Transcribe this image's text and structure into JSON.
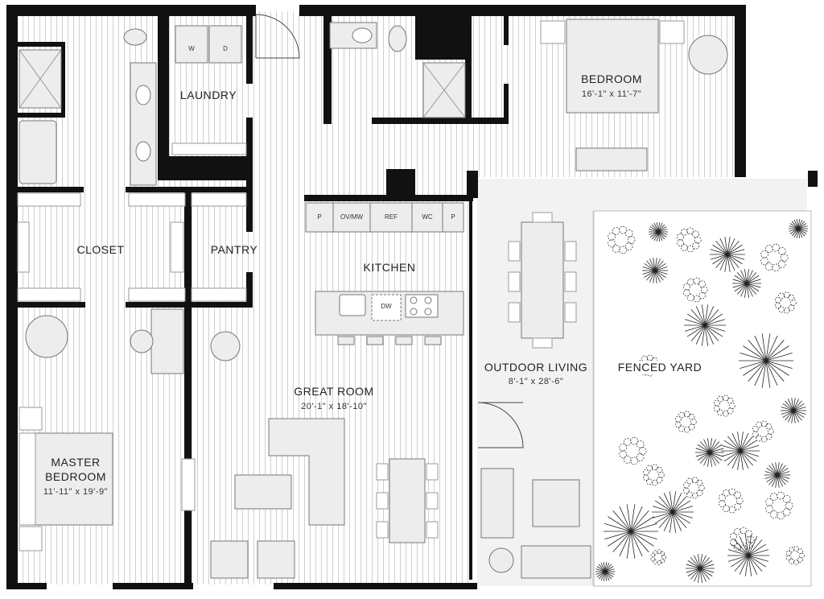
{
  "rooms": {
    "laundry": {
      "name": "LAUNDRY"
    },
    "closet": {
      "name": "CLOSET"
    },
    "pantry": {
      "name": "PANTRY"
    },
    "kitchen": {
      "name": "KITCHEN"
    },
    "bedroom": {
      "name": "BEDROOM",
      "dims": "16'-1\" x 11'-7\""
    },
    "great_room": {
      "name": "GREAT ROOM",
      "dims": "20'-1\" x 18'-10\""
    },
    "master_bedroom": {
      "name_line1": "MASTER",
      "name_line2": "BEDROOM",
      "dims": "11'-11\" x 19'-9\""
    },
    "outdoor_living": {
      "name": "OUTDOOR LIVING",
      "dims": "8'-1\" x 28'-6\""
    },
    "fenced_yard": {
      "name": "FENCED YARD"
    }
  },
  "appliance_tags": {
    "washer": "W",
    "dryer": "D",
    "kitchen_row": [
      "P",
      "OV/MW",
      "REF",
      "WC",
      "P"
    ],
    "dishwasher": "DW"
  },
  "colors": {
    "wall": "#111111",
    "floor_stripe": "#cfcfcf",
    "fixture_fill": "#ededed",
    "fixture_stroke": "#777777",
    "outdoor_fill": "#f2f2f2",
    "plant": "#222222"
  }
}
